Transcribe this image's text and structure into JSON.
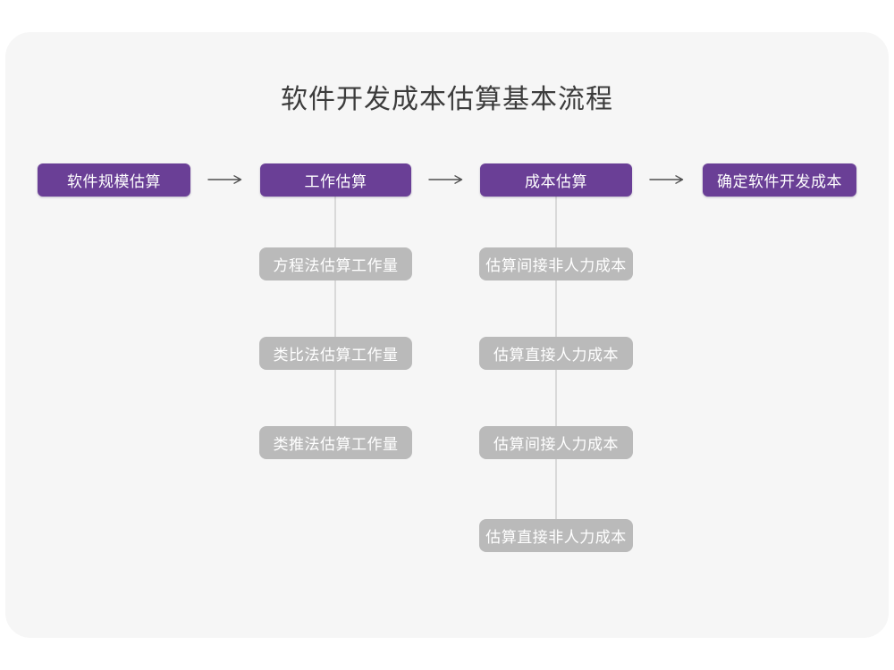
{
  "title": "软件开发成本估算基本流程",
  "flow": {
    "main_steps": [
      "软件规模估算",
      "工作估算",
      "成本估算",
      "确定软件开发成本"
    ],
    "work_substeps": [
      "方程法估算工作量",
      "类比法估算工作量",
      "类推法估算工作量"
    ],
    "cost_substeps": [
      "估算间接非人力成本",
      "估算直接人力成本",
      "估算间接人力成本",
      "估算直接非人力成本"
    ]
  },
  "colors": {
    "accent": "#6A3F96",
    "sub_box": "#BABABA",
    "card_bg": "#F6F6F6",
    "connector": "#D9D9D9",
    "arrow": "#4F4F4F",
    "title_text": "#3C3C3C"
  }
}
